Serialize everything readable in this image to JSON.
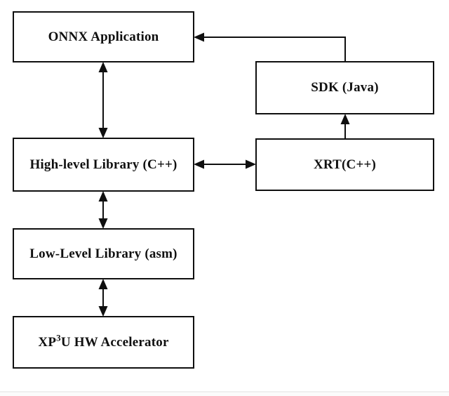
{
  "diagram": {
    "nodes": {
      "onnx": {
        "label": "ONNX Application"
      },
      "sdk": {
        "label": "SDK (Java)"
      },
      "highlevel": {
        "label": "High-level Library (C++)"
      },
      "xrt": {
        "label": "XRT(C++)"
      },
      "lowlevel": {
        "label": "Low-Level Library (asm)"
      },
      "accelerator": {
        "label_pre": "XP",
        "label_sup": "3",
        "label_post": "U HW Accelerator"
      }
    },
    "edges": [
      {
        "from": "onnx",
        "to": "highlevel",
        "direction": "bidirectional"
      },
      {
        "from": "sdk",
        "to": "onnx",
        "direction": "one-way"
      },
      {
        "from": "highlevel",
        "to": "xrt",
        "direction": "bidirectional"
      },
      {
        "from": "xrt",
        "to": "sdk",
        "direction": "one-way"
      },
      {
        "from": "highlevel",
        "to": "lowlevel",
        "direction": "bidirectional"
      },
      {
        "from": "lowlevel",
        "to": "accelerator",
        "direction": "bidirectional"
      }
    ],
    "colors": {
      "line": "#0f0f0f",
      "box_border": "#0f0f0f",
      "text": "#101010",
      "background": "#ffffff",
      "footer_line": "#efefef"
    }
  }
}
